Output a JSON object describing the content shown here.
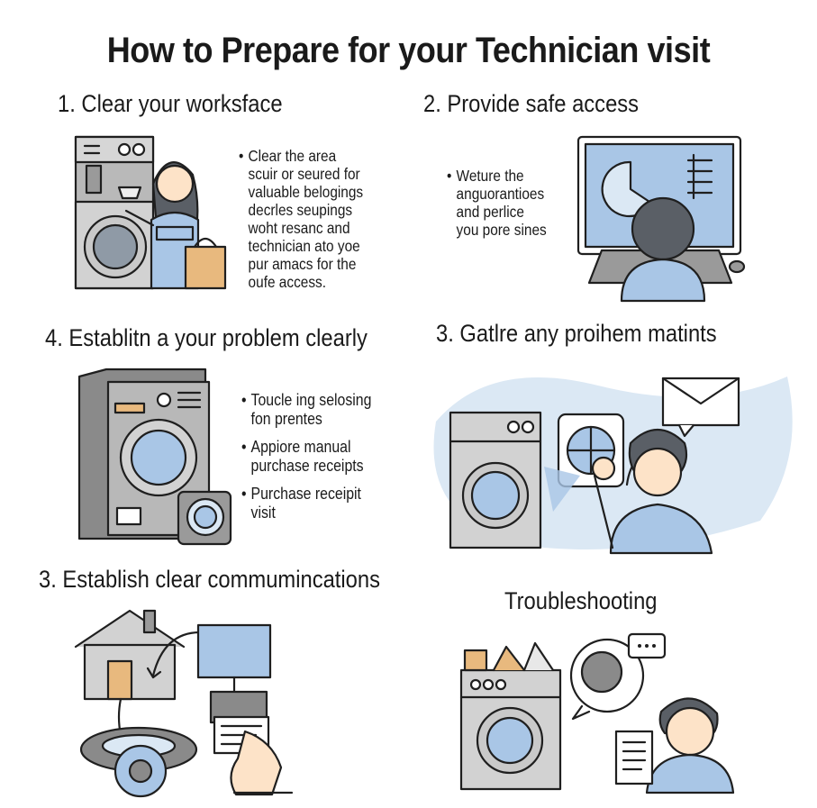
{
  "title": "How to Prepare for your Technician visit",
  "sections": {
    "s1": {
      "heading": "1. Clear your worksface",
      "lines": [
        "Clear the area",
        "scuir or seured for",
        "valuable belogings",
        "decrles seupings",
        "woht resanc and",
        "technician ato yoe",
        "pur amacs for the",
        "oufe access."
      ]
    },
    "s2": {
      "heading": "2. Provide safe access",
      "lines": [
        "Weture the",
        "anguorantioes",
        "and perlice",
        "you pore sines"
      ]
    },
    "s4": {
      "heading": "4. Establitn a your problem clearly",
      "bullets": [
        {
          "lines": [
            "Toucle ing selosing",
            "fon prentes"
          ]
        },
        {
          "lines": [
            "Appiore manual",
            "purchase receipts"
          ]
        },
        {
          "lines": [
            "Purchase receipit",
            "visit"
          ]
        }
      ]
    },
    "s3a": {
      "heading": "3. Gatlre any proihem matints"
    },
    "s3b": {
      "heading": "3. Establish clear commumincations"
    },
    "s5": {
      "heading": "Troubleshooting"
    }
  },
  "colors": {
    "accent_blue": "#a9c6e6",
    "light_blue": "#dbe8f4",
    "gray": "#a8a8a8",
    "dark_gray": "#8a8a8a",
    "skin": "#fde3c8",
    "hair": "#5a5f66",
    "tan": "#e8b97e"
  },
  "icons": [
    "washing-machine-icon",
    "technician-icon",
    "computer-monitor-icon",
    "envelope-icon",
    "house-icon",
    "hand-icon",
    "document-icon",
    "speech-bubble-icon"
  ]
}
